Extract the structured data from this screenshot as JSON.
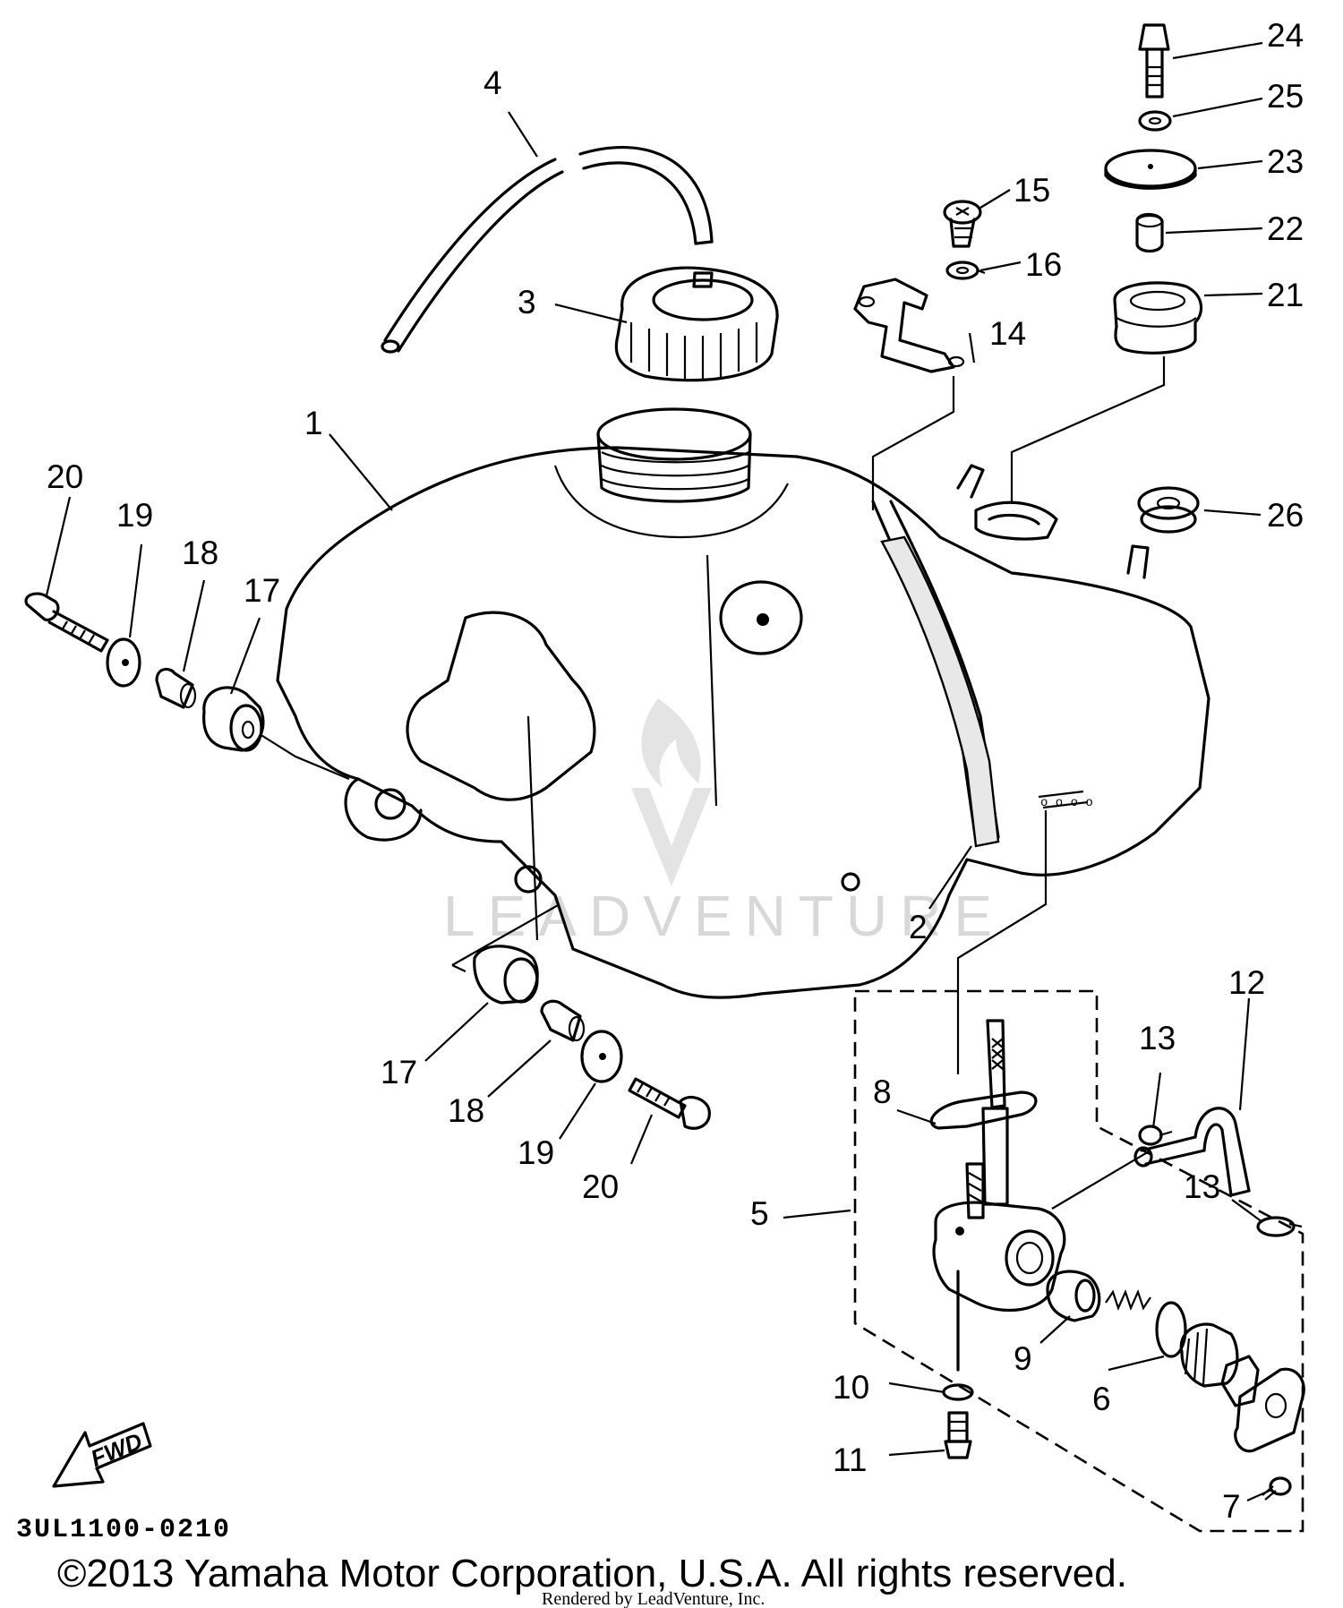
{
  "diagram": {
    "drawing_code": "3UL1100-0210",
    "fwd_label": "FWD",
    "watermark": "LEADVENTURE",
    "copyright": "©2013 Yamaha Motor Corporation, U.S.A. All rights reserved.",
    "rendered_by": "Rendered by LeadVenture, Inc."
  },
  "callouts": {
    "p1": "1",
    "p2": "2",
    "p3": "3",
    "p4": "4",
    "p5": "5",
    "p6": "6",
    "p7": "7",
    "p8": "8",
    "p9": "9",
    "p10": "10",
    "p11": "11",
    "p12": "12",
    "p13a": "13",
    "p13b": "13",
    "p14": "14",
    "p15": "15",
    "p16": "16",
    "p17a": "17",
    "p17b": "17",
    "p18a": "18",
    "p18b": "18",
    "p19a": "19",
    "p19b": "19",
    "p20a": "20",
    "p20b": "20",
    "p21": "21",
    "p22": "22",
    "p23": "23",
    "p24": "24",
    "p25": "25",
    "p26": "26"
  }
}
